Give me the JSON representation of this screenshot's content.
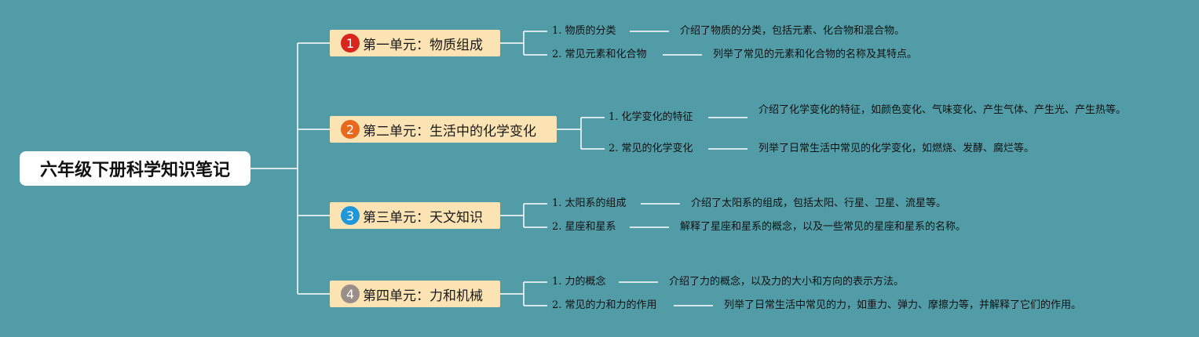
{
  "root": {
    "title": "六年级下册科学知识笔记"
  },
  "units": [
    {
      "number": "1",
      "badge_color": "#d9261c",
      "title": "第一单元：物质组成",
      "topics": [
        {
          "label": "1. 物质的分类",
          "description": "介绍了物质的分类，包括元素、化合物和混合物。"
        },
        {
          "label": "2. 常见元素和化合物",
          "description": "列举了常见的元素和化合物的名称及其特点。"
        }
      ]
    },
    {
      "number": "2",
      "badge_color": "#e8691d",
      "title": "第二单元：生活中的化学变化",
      "topics": [
        {
          "label": "1. 化学变化的特征",
          "description": "介绍了化学变化的特征，如颜色变化、气味变化、产生气体、产生光、产生热等。"
        },
        {
          "label": "2. 常见的化学变化",
          "description": "列举了日常生活中常见的化学变化，如燃烧、发酵、腐烂等。"
        }
      ]
    },
    {
      "number": "3",
      "badge_color": "#1f97d8",
      "title": "第三单元：天文知识",
      "topics": [
        {
          "label": "1. 太阳系的组成",
          "description": "介绍了太阳系的组成，包括太阳、行星、卫星、流星等。"
        },
        {
          "label": "2. 星座和星系",
          "description": "解释了星座和星系的概念，以及一些常见的星座和星系的名称。"
        }
      ]
    },
    {
      "number": "4",
      "badge_color": "#9a8f88",
      "title": "第四单元：力和机械",
      "topics": [
        {
          "label": "1. 力的概念",
          "description": "介绍了力的概念，以及力的大小和方向的表示方法。"
        },
        {
          "label": "2. 常见的力和力的作用",
          "description": "列举了日常生活中常见的力，如重力、弹力、摩擦力等，并解释了它们的作用。"
        }
      ]
    }
  ]
}
